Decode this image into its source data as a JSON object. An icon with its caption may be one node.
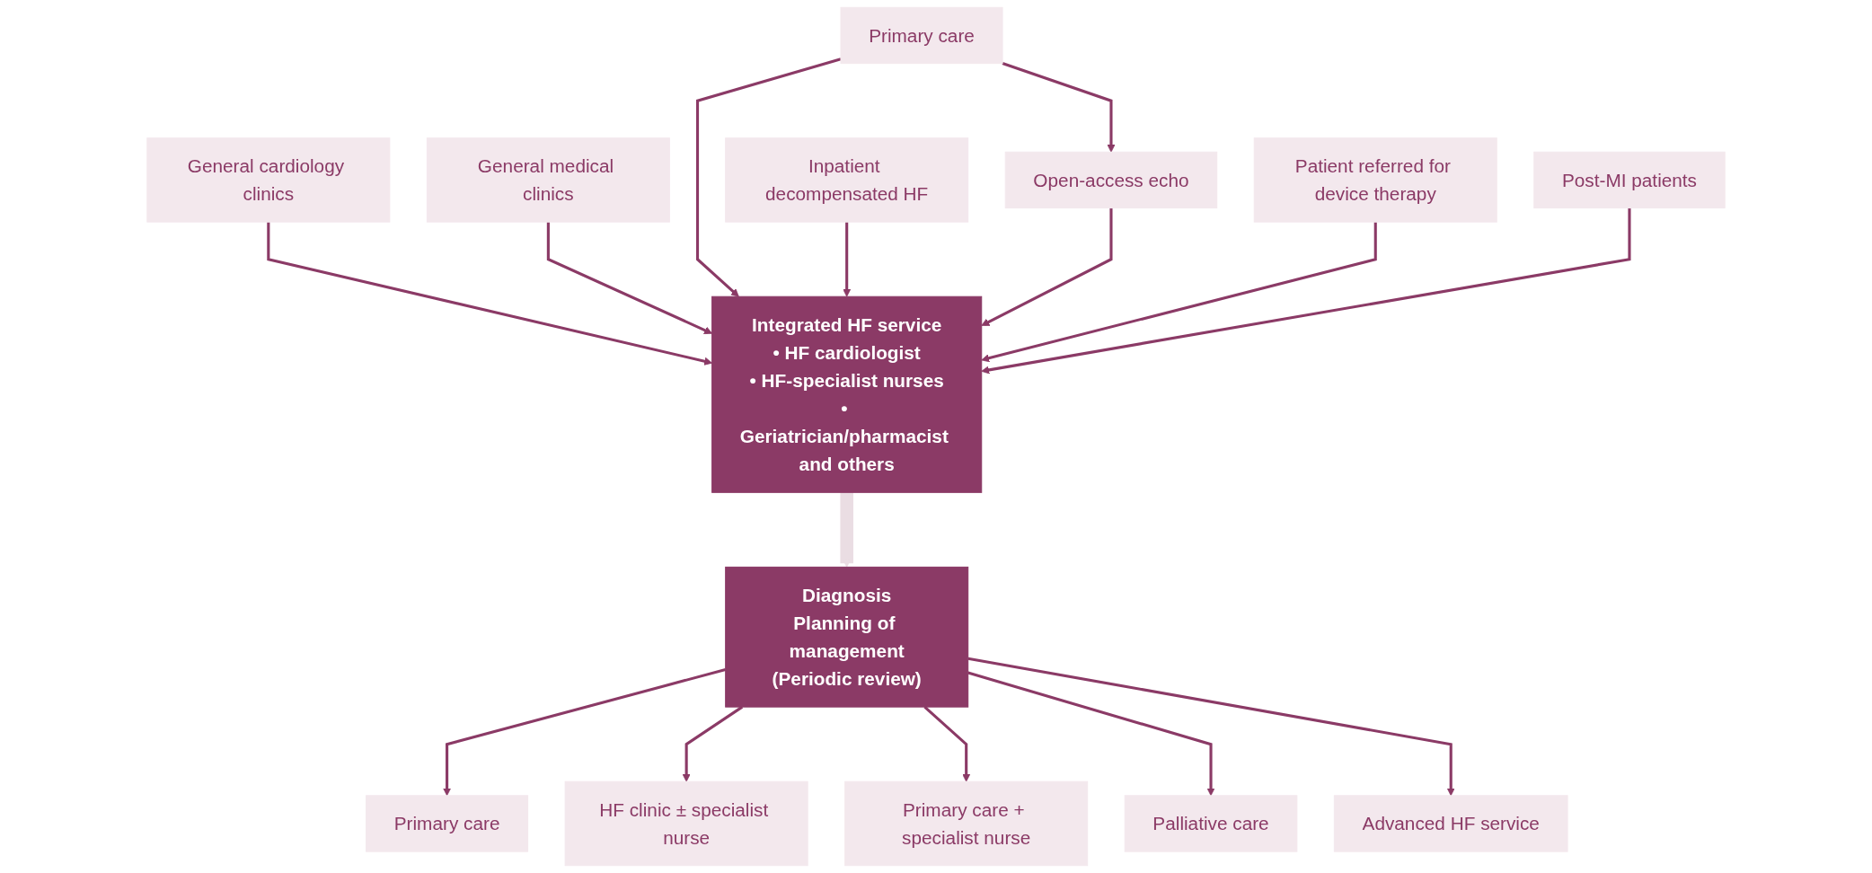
{
  "diagram": {
    "nodes": [
      {
        "text": [
          "General cardiology clinics"
        ]
      },
      {
        "text": [
          "General medical clinics"
        ]
      },
      {
        "text": [
          "Primary care"
        ]
      },
      {
        "text": [
          "Integrated HF service",
          "• HF cardiologist",
          "• HF-specialist nurses",
          "• Geriatrician/pharmacist and others"
        ]
      },
      {
        "text": [
          "Inpatient decompensated HF"
        ]
      },
      {
        "text": [
          "Open-access echo"
        ]
      },
      {
        "text": [
          "Patient referred for device therapy"
        ]
      },
      {
        "text": [
          "Post-MI patients"
        ]
      },
      {
        "text": [
          "Diagnosis",
          "Planning of management",
          "(Periodic review)"
        ]
      },
      {
        "text": [
          "Primary care"
        ]
      },
      {
        "text": [
          "HF clinic ± specialist nurse"
        ]
      },
      {
        "text": [
          "Primary care + specialist nurse"
        ]
      },
      {
        "text": [
          "Advanced HF service"
        ]
      },
      {
        "text": [
          "Palliative care"
        ]
      }
    ],
    "edges": [
      {
        "from": 0,
        "to": 3,
        "arrow": "to"
      },
      {
        "from": 1,
        "to": 3,
        "arrow": "to"
      },
      {
        "from": 2,
        "to": 3,
        "arrow": "to"
      },
      {
        "from": 2,
        "to": 5,
        "arrow": "to"
      },
      {
        "from": 4,
        "to": 3,
        "arrow": "to"
      },
      {
        "from": 5,
        "to": 3,
        "arrow": "to"
      },
      {
        "from": 6,
        "to": 3,
        "arrow": "to"
      },
      {
        "from": 7,
        "to": 3,
        "arrow": "to"
      },
      {
        "from": 3,
        "to": 8,
        "arrow": "to",
        "style": "thick",
        "color": "#eadde3"
      },
      {
        "from": 8,
        "to": 9,
        "arrow": "to"
      },
      {
        "from": 8,
        "to": 10,
        "arrow": "to"
      },
      {
        "from": 8,
        "to": 11,
        "arrow": "to"
      },
      {
        "from": 8,
        "to": 13,
        "arrow": "to"
      },
      {
        "from": 8,
        "to": 12,
        "arrow": "to"
      }
    ]
  }
}
